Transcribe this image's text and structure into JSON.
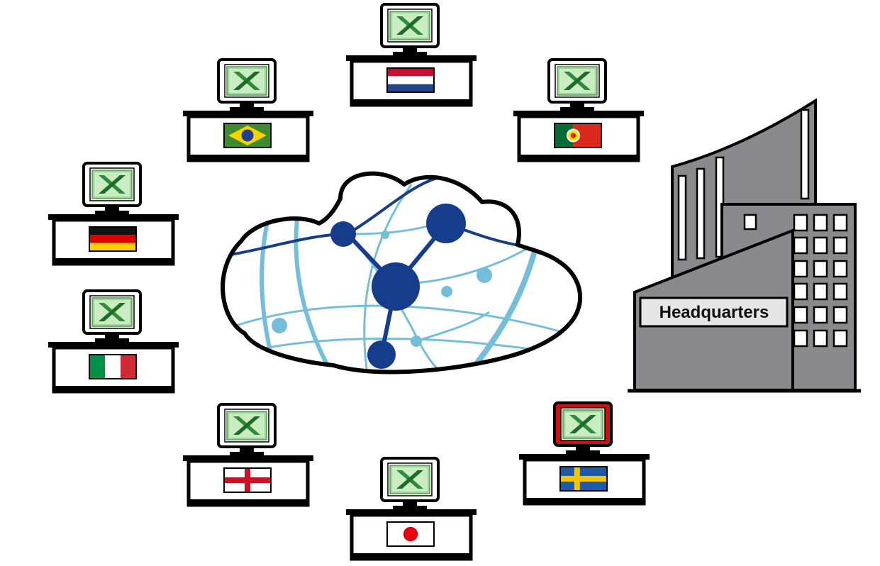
{
  "headquarters": {
    "label": "Headquarters",
    "wall_color": "#8a8a8c",
    "sign_color": "#e6e6e6"
  },
  "colors": {
    "outline": "#000000",
    "network_dark": "#163d8c",
    "network_light": "#75bedb",
    "excel_green": "#2e8b3a",
    "excel_light": "#9fd49a",
    "monitor_alert": "#cc1111"
  },
  "workstations": [
    {
      "id": "netherlands",
      "flag": "netherlands",
      "icon": "excel-icon",
      "alert": false
    },
    {
      "id": "brazil",
      "flag": "brazil",
      "icon": "excel-icon",
      "alert": false
    },
    {
      "id": "portugal",
      "flag": "portugal",
      "icon": "excel-icon",
      "alert": false
    },
    {
      "id": "germany",
      "flag": "germany",
      "icon": "excel-icon",
      "alert": false
    },
    {
      "id": "italy",
      "flag": "italy",
      "icon": "excel-icon",
      "alert": false
    },
    {
      "id": "england",
      "flag": "england",
      "icon": "excel-icon",
      "alert": false
    },
    {
      "id": "japan",
      "flag": "japan",
      "icon": "excel-icon",
      "alert": false
    },
    {
      "id": "sweden",
      "flag": "sweden",
      "icon": "excel-icon",
      "alert": true
    }
  ]
}
